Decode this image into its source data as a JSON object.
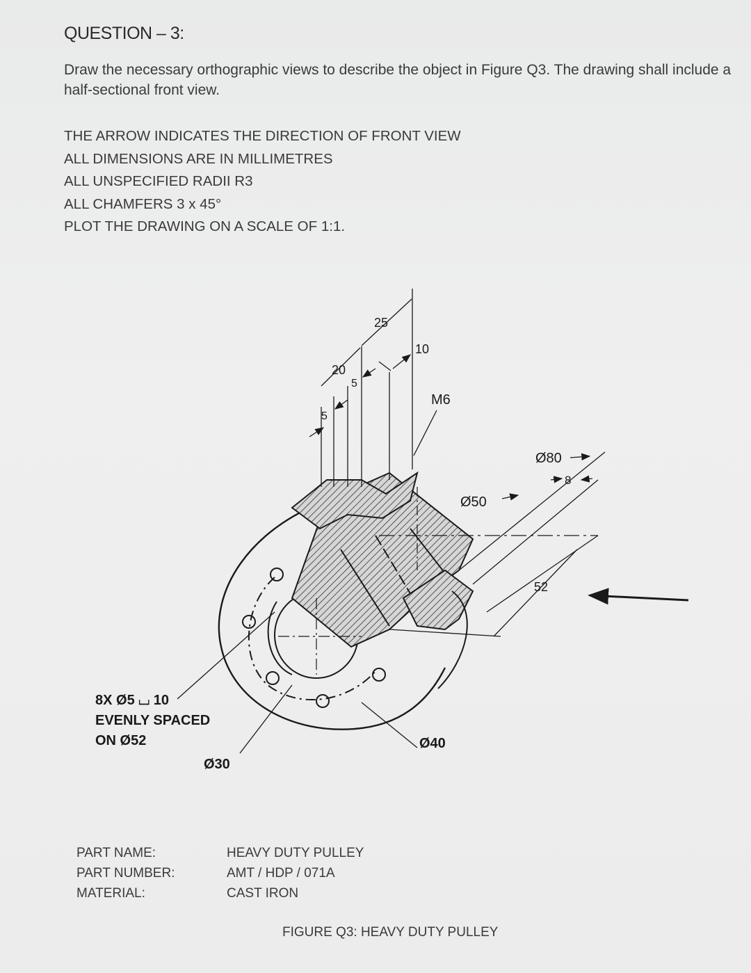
{
  "question": {
    "heading": "QUESTION – 3:",
    "instruction": "Draw the necessary orthographic views to describe the object in Figure Q3. The drawing shall include a half-sectional front view."
  },
  "notes": [
    "THE ARROW INDICATES THE DIRECTION OF FRONT VIEW",
    "ALL DIMENSIONS ARE IN MILLIMETRES",
    "ALL UNSPECIFIED RADII R3",
    "ALL CHAMFERS 3 x 45°",
    "PLOT THE DRAWING ON A SCALE OF 1:1."
  ],
  "figure": {
    "dims": {
      "d25": "25",
      "d10": "10",
      "d20": "20",
      "d5a": "5",
      "d5b": "5",
      "m6": "M6",
      "dia80": "Ø80",
      "d8": "8",
      "dia50": "Ø50",
      "d52": "52",
      "dia40": "Ø40",
      "dia30": "Ø30"
    },
    "holes_note": [
      "8X Ø5 ⌴ 10",
      "EVENLY SPACED",
      "ON Ø52"
    ]
  },
  "part_info": [
    {
      "label": "PART NAME:",
      "value": "HEAVY DUTY PULLEY"
    },
    {
      "label": "PART NUMBER:",
      "value": "AMT / HDP / 071A"
    },
    {
      "label": "MATERIAL:",
      "value": "CAST IRON"
    }
  ],
  "caption": "FIGURE Q3: HEAVY DUTY PULLEY"
}
